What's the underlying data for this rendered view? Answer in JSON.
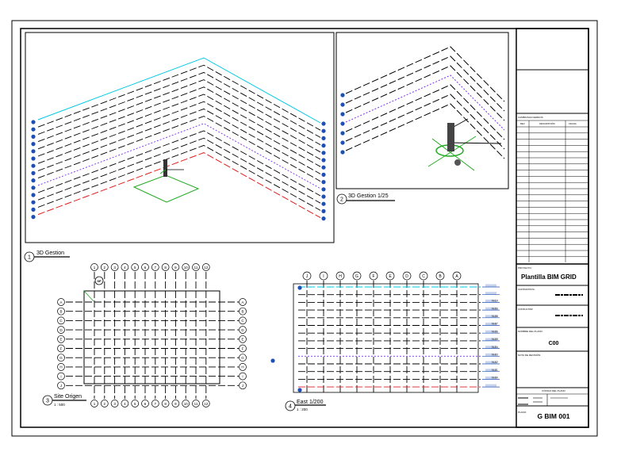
{
  "views": {
    "gestion": {
      "number": "1",
      "title": "3D Gestion"
    },
    "gestion_zoom": {
      "number": "2",
      "title": "3D Gestion 1/25"
    },
    "site": {
      "number": "3",
      "title": "Site Origen",
      "scale": "1 : 500"
    },
    "east": {
      "number": "4",
      "title": "East 1/200",
      "scale": "1 : 200"
    }
  },
  "site_plan": {
    "column_grids": [
      "1",
      "2",
      "3",
      "4",
      "5",
      "6",
      "7",
      "8",
      "9",
      "10",
      "11",
      "12"
    ],
    "row_grids": [
      "A",
      "B",
      "C",
      "D",
      "E",
      "F",
      "G",
      "H",
      "I",
      "J"
    ],
    "survey_marker": "SP"
  },
  "east_elevation": {
    "column_grids": [
      "J",
      "I",
      "H",
      "G",
      "F",
      "E",
      "D",
      "C",
      "B",
      "A"
    ],
    "level_tags": [
      "N-10",
      "N-09",
      "N-08",
      "N-07",
      "N-06",
      "N-05",
      "N-04",
      "N-03",
      "N-02",
      "N-01",
      "N-00"
    ]
  },
  "title_block": {
    "revisions_header": "CAMBIOS/ACUERDOS",
    "revision_columns": [
      "REV.",
      "DESCRIPCIÓN",
      "FECHA"
    ],
    "project_label": "PROYECTO:",
    "project_name": "Plantilla BIM GRID",
    "field_labels": [
      "CONTRATISTA:",
      "CONSULTOR:",
      "NOMBRE DEL PLANO:",
      "NOTA DE REVISIÓN:"
    ],
    "drawing_name": "C00",
    "code_header": "CÓDIGO DEL PLANO",
    "sheet_label": "PLANO:",
    "sheet_number": "G BIM 001"
  },
  "colors": {
    "line": "#000000",
    "roof_level": "#00c8e6",
    "mid_level": "#7a2ff0",
    "base_level": "#e01e1e",
    "site_area": "#22aa22",
    "level_tag": "#1f4fb5"
  }
}
